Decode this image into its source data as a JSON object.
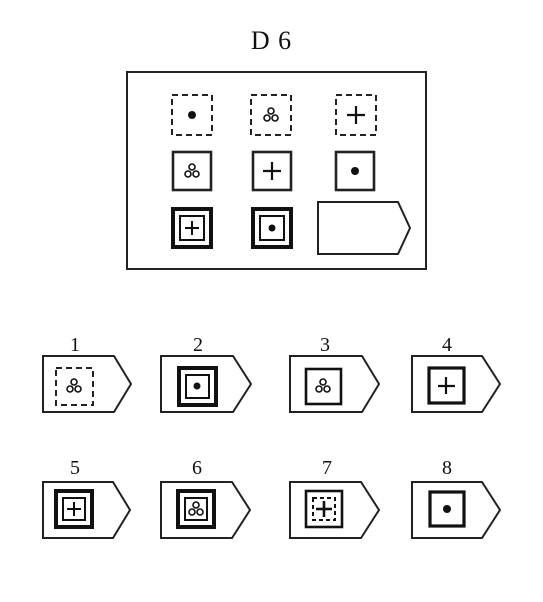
{
  "title": "D 6",
  "options": [
    {
      "number": "1",
      "outer": "dashed",
      "symbol": "trefoil"
    },
    {
      "number": "2",
      "outer": "thick",
      "symbol": "dot"
    },
    {
      "number": "3",
      "outer": "medium",
      "symbol": "trefoil"
    },
    {
      "number": "4",
      "outer": "medium",
      "symbol": "plus"
    },
    {
      "number": "5",
      "outer": "double",
      "symbol": "plus"
    },
    {
      "number": "6",
      "outer": "double",
      "symbol": "trefoil"
    },
    {
      "number": "7",
      "outer": "double-dashed",
      "symbol": "plus"
    },
    {
      "number": "8",
      "outer": "medium",
      "symbol": "dot"
    }
  ],
  "matrix": [
    [
      "dashed-dot",
      "dashed-trefoil",
      "dashed-plus"
    ],
    [
      "medium-trefoil",
      "medium-plus",
      "medium-dot"
    ],
    [
      "double-plus",
      "double-dot",
      "missing"
    ]
  ]
}
